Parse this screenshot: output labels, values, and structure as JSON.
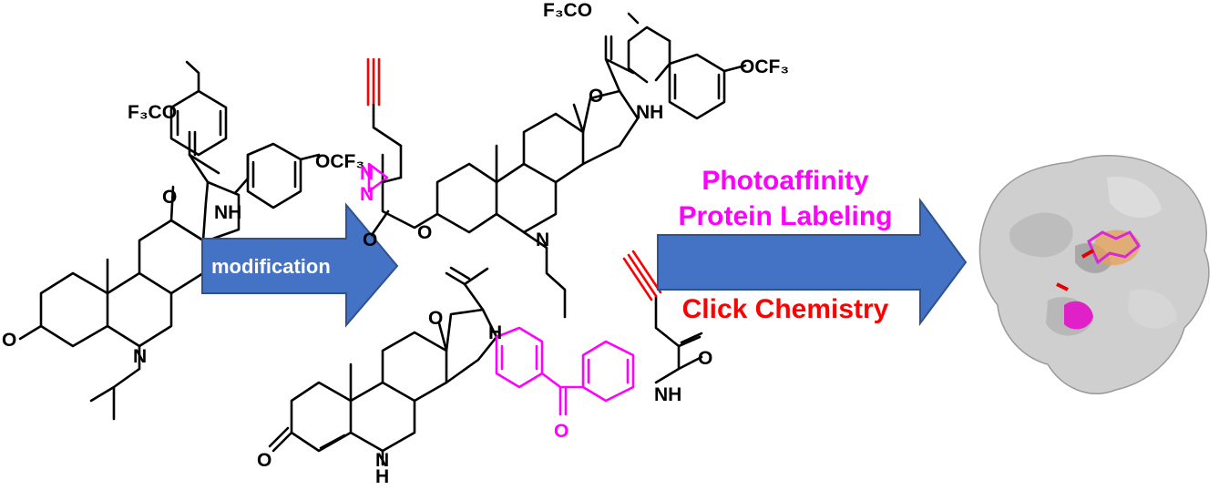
{
  "colors": {
    "arrow_fill": "#4472c4",
    "arrow_stroke": "#2f528f",
    "photo_text": "#ff00ff",
    "click_text": "#ff0000",
    "bond_black": "#000000",
    "bond_magenta": "#ff00ff",
    "bond_red": "#ff0000",
    "protein": "#c9c9c9"
  },
  "arrows": {
    "modification": {
      "label": "modification"
    },
    "labeling": {
      "top_line1": "Photoaffinity",
      "top_line2": "Protein Labeling",
      "bottom": "Click Chemistry"
    }
  },
  "molecules": {
    "parent": {
      "ocf3_top": "F₃CO",
      "ocf3_right": "OCF₃",
      "amide_nh": "NH",
      "amide_o": "O",
      "ketone_o": "O",
      "ring_n": "N"
    },
    "diazirine_probe": {
      "ocf3_top": "F₃CO",
      "ocf3_right": "OCF₃",
      "amide_nh": "NH",
      "amide_o": "O",
      "diazirine_n1": "N",
      "diazirine_n2": "N",
      "ester_o": "O",
      "ester_co": "O",
      "ring_n": "N"
    },
    "benzophenone_probe": {
      "amide_nh_left": "H",
      "amide_o_left": "O",
      "amide_o_right": "O",
      "amide_nh_right": "NH",
      "ketone_o": "O",
      "benzophenone_o": "O",
      "ring_nh": "N",
      "ring_h": "H"
    }
  },
  "protein": {
    "icon": "protein-surface-icon"
  }
}
